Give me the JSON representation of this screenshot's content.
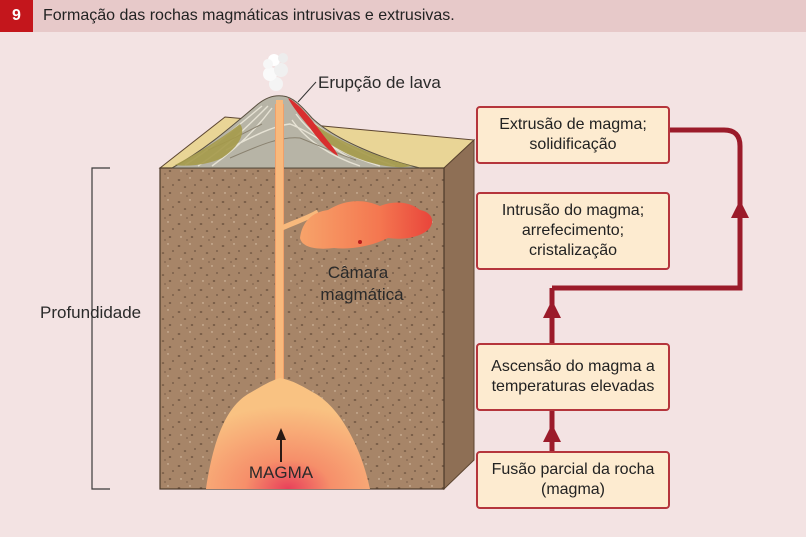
{
  "figure": {
    "number": "9",
    "title": "Formação das rochas magmáticas intrusivas e extrusivas."
  },
  "labels": {
    "eruption": "Erupção de lava",
    "chamber_line1": "Câmara",
    "chamber_line2": "magmática",
    "depth": "Profundidade",
    "magma": "MAGMA"
  },
  "flow": {
    "extrusion": "Extrusão de magma;\nsolidificação",
    "intrusion": "Intrusão do magma;\narrefecimento;\ncristalização",
    "ascent": "Ascensão do magma a\ntemperaturas elevadas",
    "fusion": "Fusão parcial da rocha\n(magma)"
  },
  "colors": {
    "accent": "#c4161c",
    "arrow": "#9b1b2a",
    "box_fill": "#fdebd0",
    "ground": "#a78568",
    "magma": "#f8b97c"
  }
}
